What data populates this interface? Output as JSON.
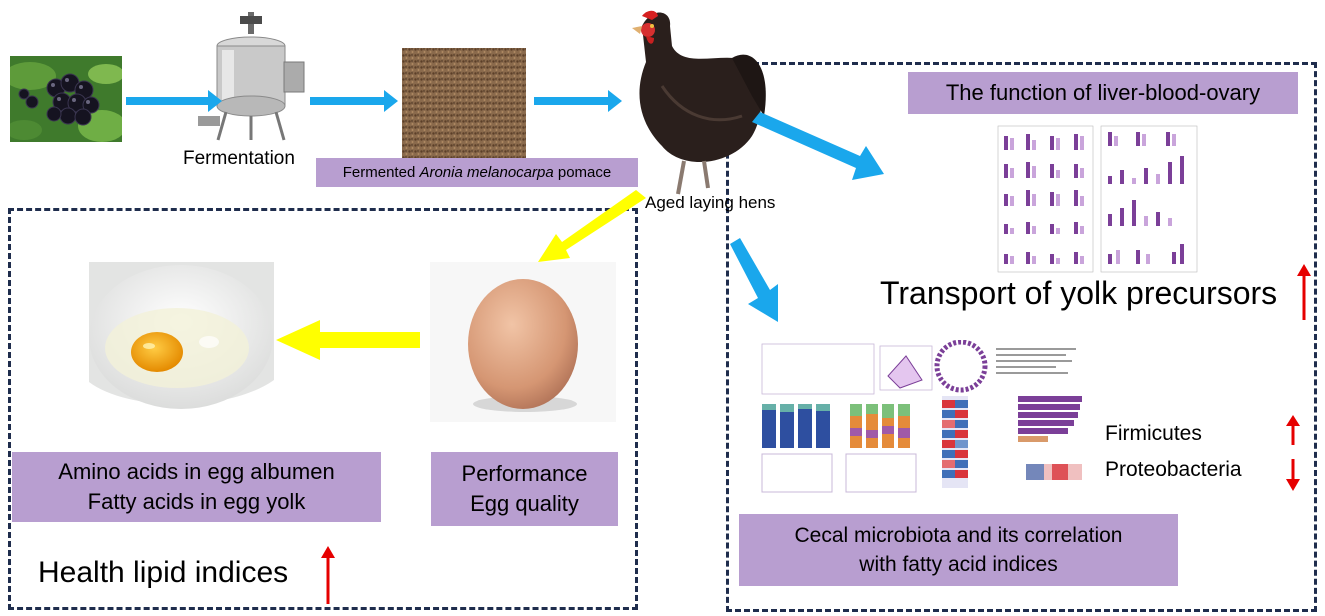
{
  "process": {
    "fermentation_label": "Fermentation",
    "pomace_label_prefix": "Fermented ",
    "pomace_label_italic": "Aronia melanocarpa",
    "pomace_label_suffix": " pomace",
    "hens_label": "Aged laying hens"
  },
  "right_panel": {
    "liver_title": "The function of liver-blood-ovary",
    "yolk_transport": "Transport of yolk precursors",
    "taxa": [
      {
        "name": "Firmicutes",
        "direction": "up"
      },
      {
        "name": "Proteobacteria",
        "direction": "down"
      }
    ],
    "cecal_line1": "Cecal microbiota and its correlation",
    "cecal_line2": "with fatty acid indices"
  },
  "left_panel": {
    "amino_acids": "Amino acids in egg albumen",
    "fatty_acids": "Fatty acids in egg yolk",
    "performance": "Performance",
    "egg_quality": "Egg quality",
    "health_lipid": "Health lipid indices",
    "health_lipid_direction": "up"
  },
  "colors": {
    "process_arrow": "#1aa7ec",
    "egg_arrow": "#ffff00",
    "label_box": "#b89ed0",
    "dashed_border": "#1f2d4d",
    "up_down_arrow": "#e60000",
    "chart_purple": "#7b3f98"
  },
  "icons": {
    "berries": "aronia-berries-photo",
    "fermenter": "fermentation-tank-photo",
    "pomace": "pomace-powder-photo",
    "hen": "laying-hen-photo",
    "egg": "brown-egg-photo",
    "broken_egg": "broken-egg-in-bowl-photo"
  }
}
